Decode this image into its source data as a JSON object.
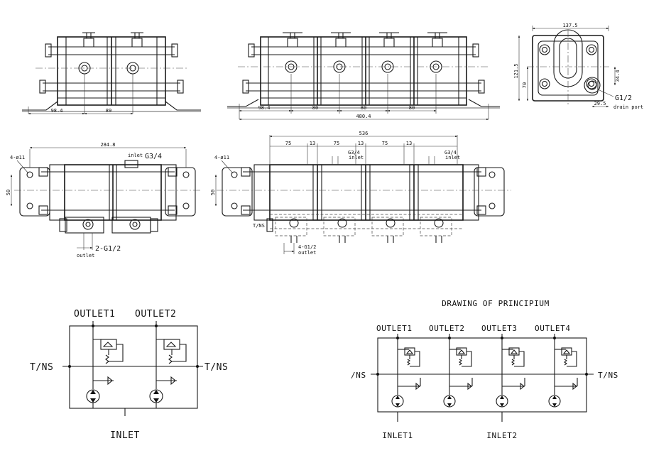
{
  "views": {
    "front2": {
      "dims": [
        "98.4",
        "89"
      ]
    },
    "front4": {
      "dims": [
        "98.4",
        "80",
        "80",
        "80",
        "480.4"
      ]
    },
    "side": {
      "dims": [
        "137.5",
        "121.5",
        "70",
        "34.4",
        "29.5"
      ],
      "port": "G1/2",
      "port_note": "drain port"
    },
    "plan2": {
      "mount": "4-ø11",
      "width": "284.8",
      "inlet": "inlet",
      "inlet_size": "G3/4",
      "height": "50",
      "outlets": "2-G1/2",
      "outlet_note": "outlet"
    },
    "plan4": {
      "mount": "4-ø11",
      "width": "536",
      "segs": [
        "75",
        "13",
        "75",
        "13",
        "75",
        "13"
      ],
      "inlet_size": "G3/4",
      "inlet": "inlet",
      "height": "50",
      "tns": "T/NS",
      "outlets": "4-G1/2",
      "outlet_note": "outlet"
    }
  },
  "schematic2": {
    "outlets": [
      "OUTLET1",
      "OUTLET2"
    ],
    "left": "T/NS",
    "right": "T/NS",
    "inlet": "INLET"
  },
  "schematic4": {
    "title": "DRAWING OF PRINCIPIUM",
    "outlets": [
      "OUTLET1",
      "OUTLET2",
      "OUTLET3",
      "OUTLET4"
    ],
    "left": "/NS",
    "right": "T/NS",
    "inlets": [
      "INLET1",
      "INLET2"
    ]
  }
}
